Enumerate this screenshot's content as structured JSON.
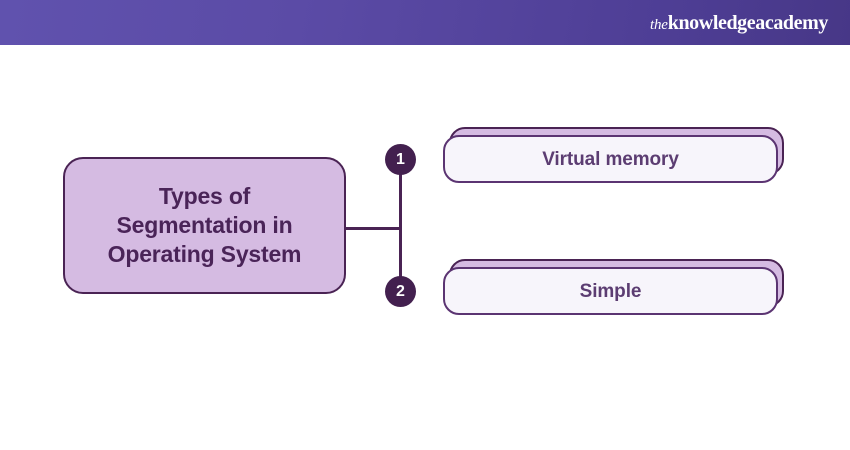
{
  "header": {
    "brand_the": "the",
    "brand_main": "knowledgeacademy",
    "background_color": "#5B4BA6"
  },
  "diagram": {
    "type": "hierarchy",
    "root": {
      "label": "Types of\nSegmentation in\nOperating System",
      "fill_color": "#D5BBE2",
      "border_color": "#4A2354",
      "text_color": "#4A2458"
    },
    "branches": [
      {
        "number": "1",
        "label": "Virtual memory",
        "marker_color": "#43204F",
        "card_back_color": "#D5BBE2",
        "card_front_color": "#F7F5FB",
        "text_color": "#5C3D72"
      },
      {
        "number": "2",
        "label": "Simple",
        "marker_color": "#43204F",
        "card_back_color": "#D5BBE2",
        "card_front_color": "#F7F5FB",
        "text_color": "#5C3D72"
      }
    ]
  }
}
